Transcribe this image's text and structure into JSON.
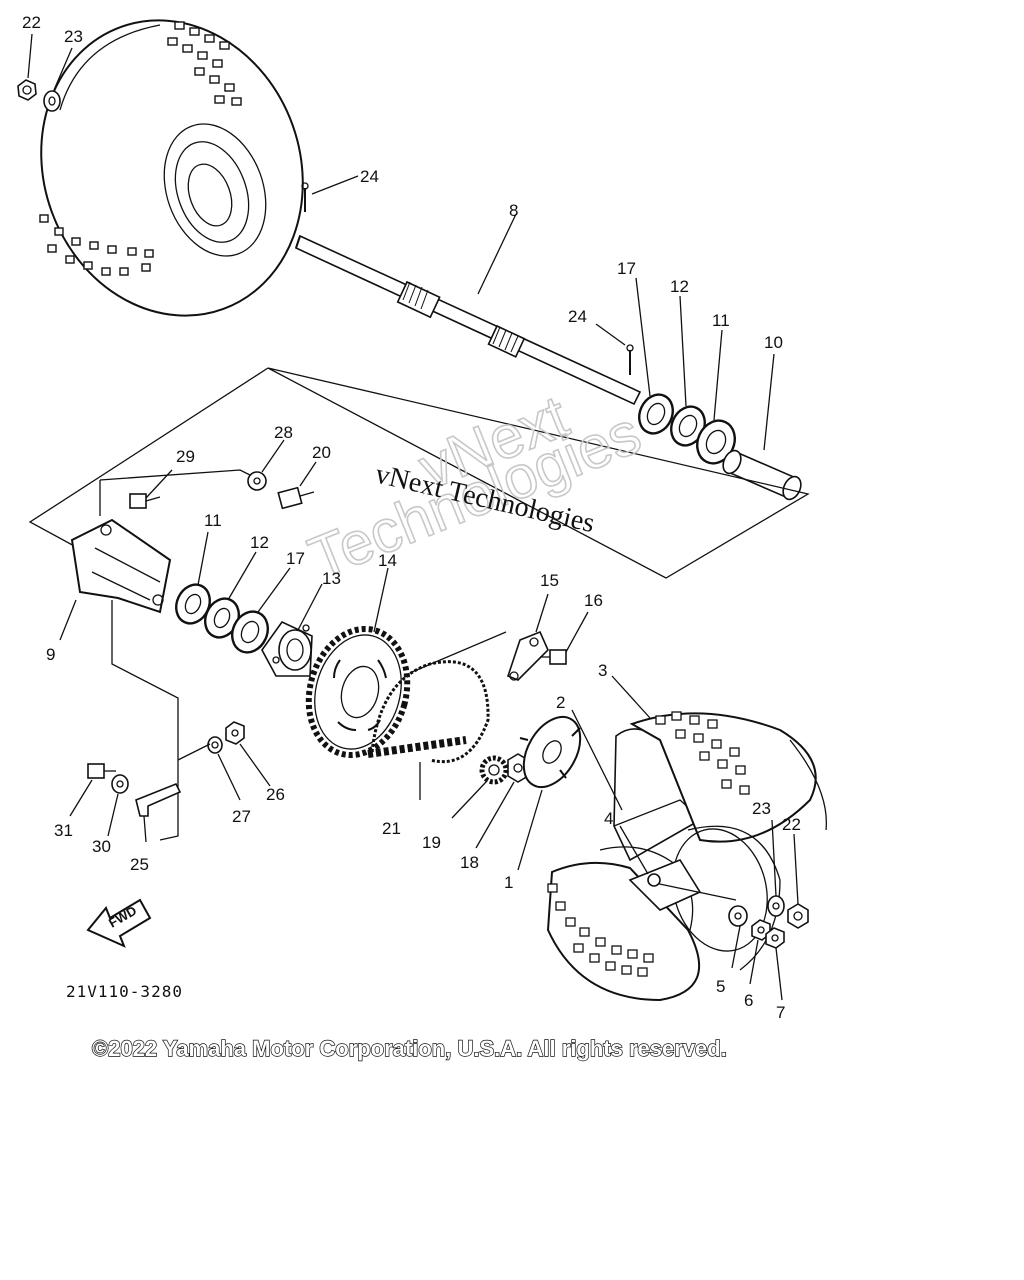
{
  "diagram_code": "21V110-3280",
  "copyright": "©2022 Yamaha Motor Corporation, U.S.A. All rights reserved.",
  "watermark": {
    "line1": "vNext",
    "line2": "Technologies",
    "inline": "vNext Technologies"
  },
  "fwd_label": "FWD",
  "callouts": {
    "c22a": "22",
    "c23a": "23",
    "c24a": "24",
    "c8": "8",
    "c17a": "17",
    "c12a": "12",
    "c11a": "11",
    "c10": "10",
    "c24b": "24",
    "c29": "29",
    "c28": "28",
    "c20": "20",
    "c11b": "11",
    "c12b": "12",
    "c17b": "17",
    "c13": "13",
    "c14": "14",
    "c15": "15",
    "c16": "16",
    "c9": "9",
    "c3": "3",
    "c2": "2",
    "c4": "4",
    "c1": "1",
    "c18": "18",
    "c19": "19",
    "c21": "21",
    "c23b": "23",
    "c22b": "22",
    "c5": "5",
    "c6": "6",
    "c7": "7",
    "c25": "25",
    "c26": "26",
    "c27": "27",
    "c30": "30",
    "c31": "31"
  }
}
